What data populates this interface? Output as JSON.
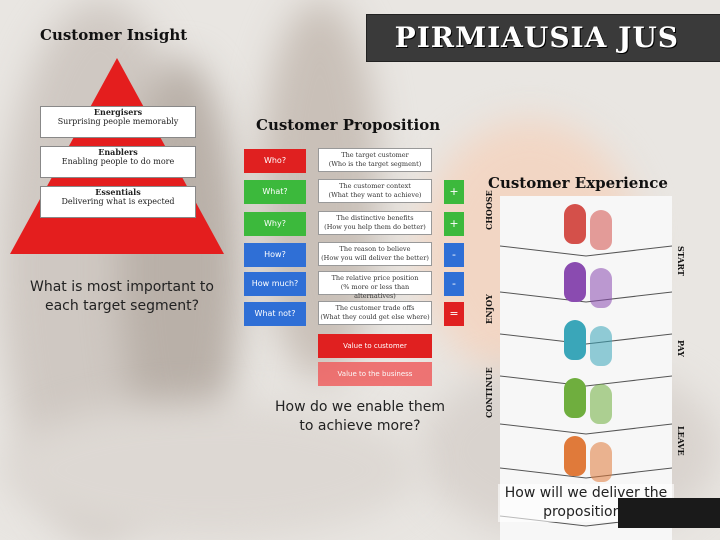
{
  "banner": {
    "title": "PIRMIAUSIA JUS"
  },
  "customer_insight": {
    "title": "Customer Insight",
    "tiers": [
      {
        "name": "Energisers",
        "desc": "Surprising people memorably"
      },
      {
        "name": "Enablers",
        "desc": "Enabling people to do more"
      },
      {
        "name": "Essentials",
        "desc": "Delivering what is expected"
      }
    ],
    "question_line1": "What is most important to",
    "question_line2": "each target segment?"
  },
  "customer_proposition": {
    "title": "Customer Proposition",
    "rows": [
      {
        "label": "Who?",
        "color": "#e02020",
        "desc1": "The target customer",
        "desc2": "(Who is the target segment)",
        "sign": ""
      },
      {
        "label": "What?",
        "color": "#3cb93c",
        "desc1": "The customer context",
        "desc2": "(What they want to achieve)",
        "sign": "+"
      },
      {
        "label": "Why?",
        "color": "#3cb93c",
        "desc1": "The distinctive benefits",
        "desc2": "(How you help them do better)",
        "sign": "+"
      },
      {
        "label": "How?",
        "color": "#2f6fd6",
        "desc1": "The reason to believe",
        "desc2": "(How you will deliver the better)",
        "sign": "-"
      },
      {
        "label": "How much?",
        "color": "#2f6fd6",
        "desc1": "The relative price position",
        "desc2": "(% more or less than alternatives)",
        "sign": "-"
      },
      {
        "label": "What not?",
        "color": "#2f6fd6",
        "desc1": "The customer trade offs",
        "desc2": "(What they could get else where)",
        "sign": "="
      }
    ],
    "bars": [
      "Value to customer",
      "Value to the business"
    ],
    "question_line1": "How do we enable them",
    "question_line2": "to achieve more?"
  },
  "customer_experience": {
    "title": "Customer Experience",
    "left_stages": [
      "CHOOSE",
      "ENJOY",
      "CONTINUE"
    ],
    "right_stages": [
      "START",
      "PAY",
      "LEAVE"
    ],
    "foot_colors": [
      "#d4504a",
      "#8a4bb0",
      "#3aa6b9",
      "#6fae3e",
      "#e07a3a"
    ],
    "question_line1": "How will we deliver the",
    "question_line2": "proposition?"
  }
}
